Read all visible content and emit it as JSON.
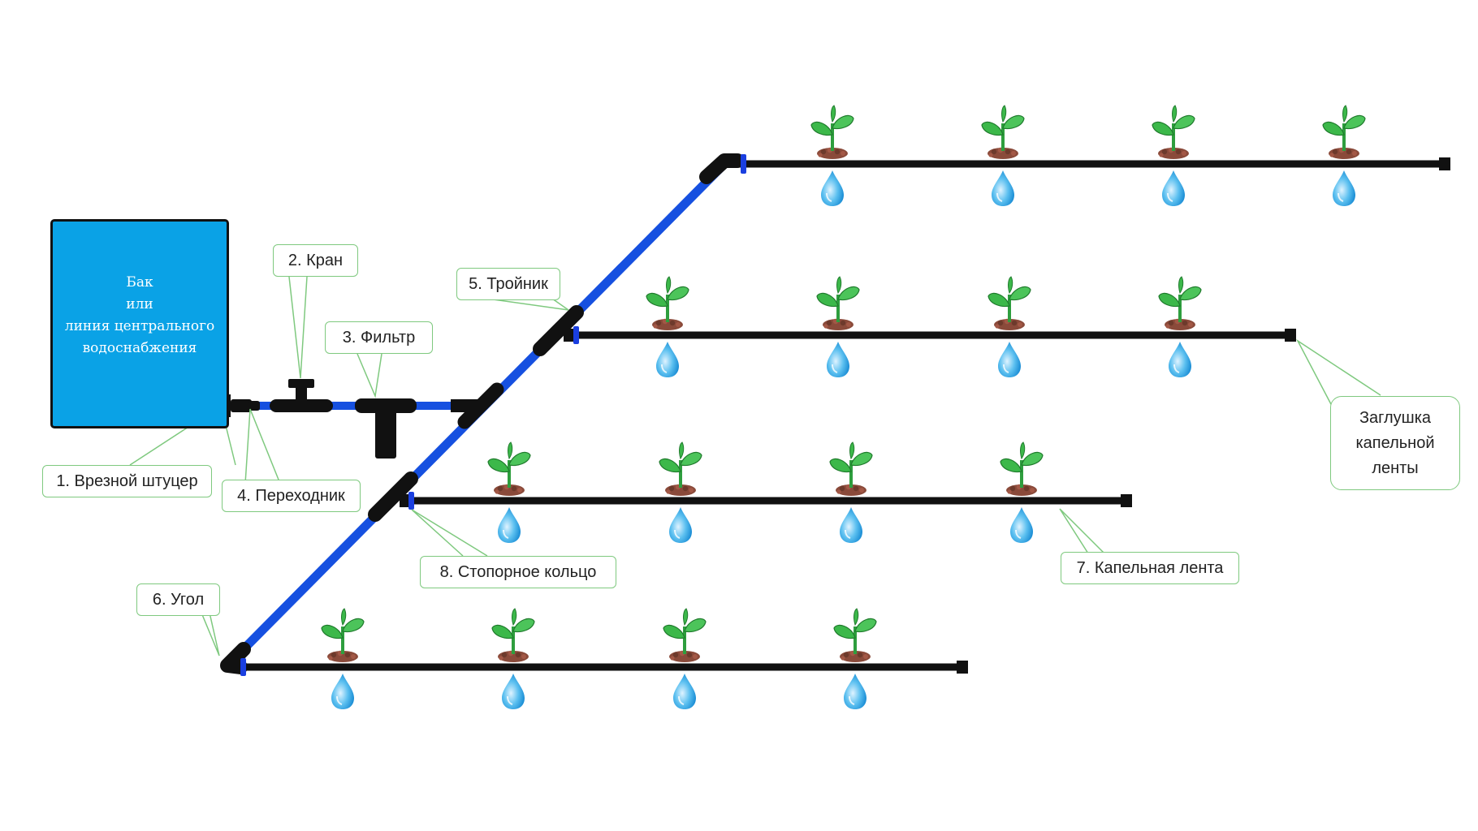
{
  "tank": {
    "lines": [
      "Бак",
      "или",
      "линия центрального",
      "водоснабжения"
    ]
  },
  "labels": {
    "fitting": "1. Врезной штуцер",
    "valve": "2. Кран",
    "filter": "3. Фильтр",
    "adapter": "4. Переходник",
    "tee": "5. Тройник",
    "corner": "6. Угол",
    "drip_tape": "7. Капельная лента",
    "lock_ring": "8. Стопорное кольцо",
    "end_cap": [
      "Заглушка",
      "капельной",
      "ленты"
    ]
  },
  "colors": {
    "main_pipe": "#1650e0",
    "drip_tape": "#111111",
    "tank": "#0aa2e6",
    "leaf": "#3cb84a",
    "soil": "#8a4a3a",
    "drop": "#39a9e6",
    "callout_border": "#7fc97f"
  },
  "icons": [
    "plant-icon",
    "water-drop-icon"
  ]
}
